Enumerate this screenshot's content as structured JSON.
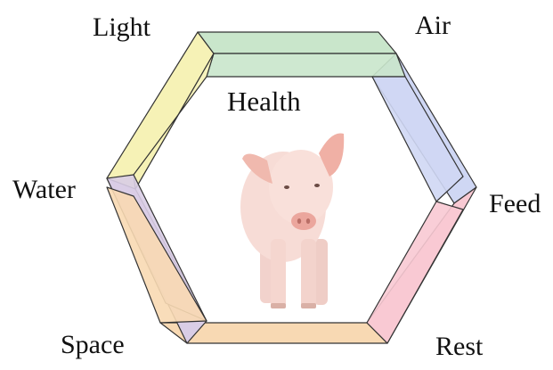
{
  "diagram": {
    "center_label": "Health",
    "factors": [
      {
        "label": "Light",
        "color": "#f6f2b6"
      },
      {
        "label": "Air",
        "color": "#c9e6cb"
      },
      {
        "label": "Feed",
        "color": "#cfd7f4"
      },
      {
        "label": "Rest",
        "color": "#f8c9d3"
      },
      {
        "label": "Space",
        "color": "#f8d9b3"
      },
      {
        "label": "Water",
        "color": "#d9cde6"
      }
    ],
    "center_image": "pig-illustration",
    "edge_color": "#333333"
  }
}
